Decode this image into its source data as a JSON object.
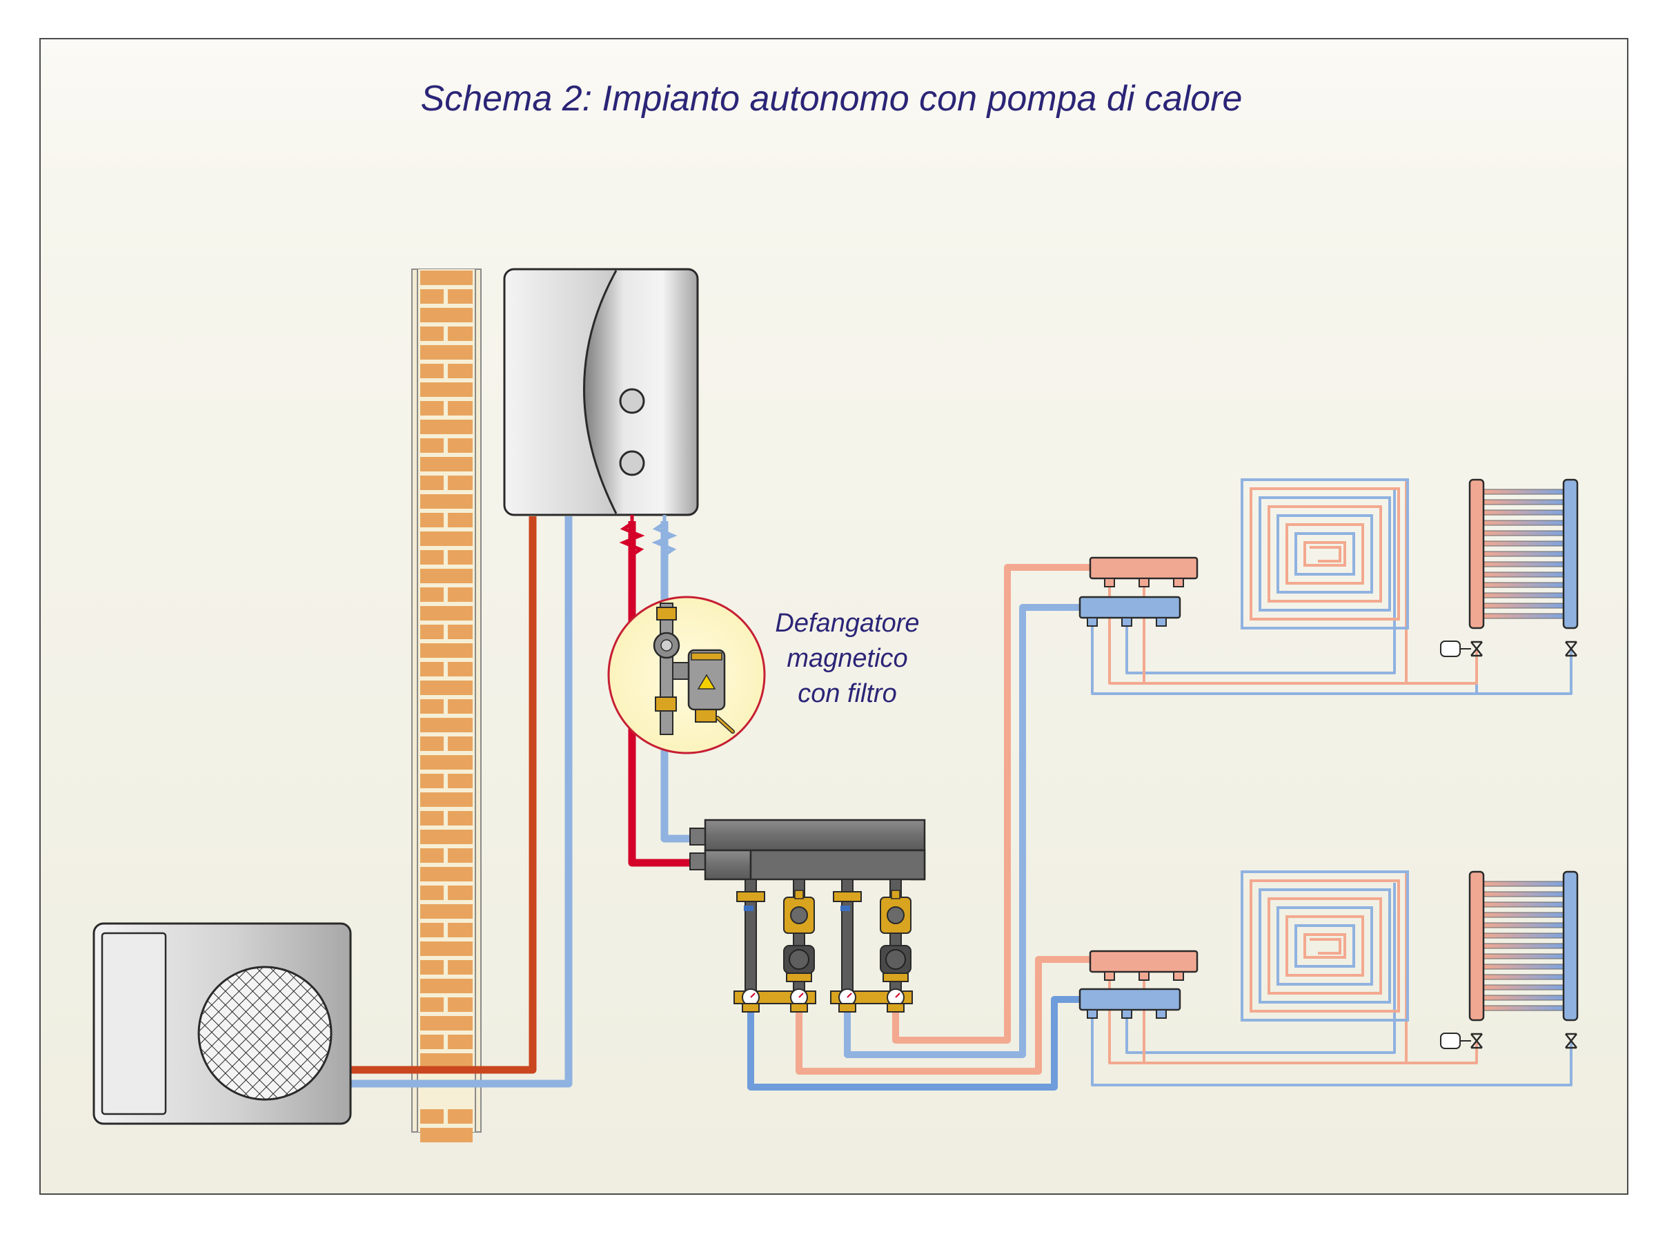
{
  "title": "Schema 2: Impianto autonomo con pompa di calore",
  "callout": {
    "line1": "Defangatore",
    "line2": "magnetico",
    "line3": "con filtro"
  },
  "colors": {
    "title_text": "#2b2577",
    "frame": "#555555",
    "background_top": "#f8f7f1",
    "background_bottom": "#efeee2",
    "hot_primary": "#d4002a",
    "hot_outdoor": "#c9461e",
    "hot_secondary": "#f3a98f",
    "cold": "#8fb2e0",
    "cold_dark": "#6b93d3",
    "brick": "#e8a45e",
    "mortar": "#f6efd6",
    "callout_ring": "#c61f34",
    "callout_fill": "#fdf7c9",
    "brass": "#d9a41f",
    "unit_grey": "#c8c8c8"
  },
  "icons": {
    "outdoor_unit": "heat-pump-outdoor-unit-icon",
    "indoor_unit": "heat-pump-indoor-unit-icon",
    "wall": "brick-wall-icon",
    "dirt_separator": "magnetic-dirt-separator-icon",
    "hydraulic_separator": "hydraulic-separator-icon",
    "pump_group": "pump-group-icon",
    "manifold": "manifold-icon",
    "floor_panel": "underfloor-heating-coil-icon",
    "towel_radiator": "towel-radiator-icon",
    "valve": "radiator-valve-icon"
  }
}
